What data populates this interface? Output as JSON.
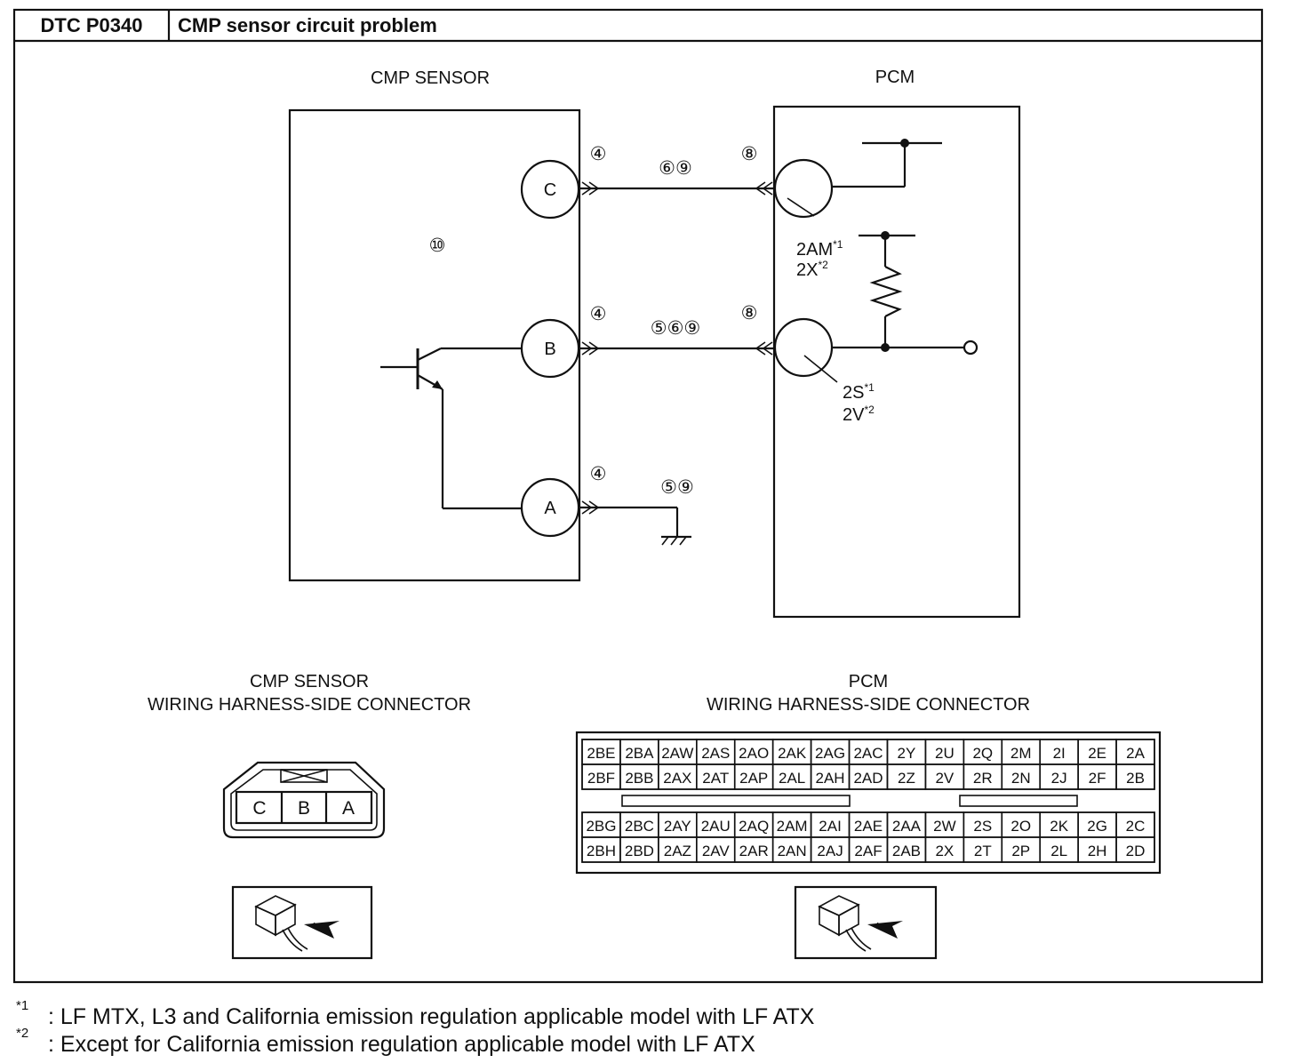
{
  "header": {
    "dtc_code": "DTC P0340",
    "title": "CMP sensor circuit problem"
  },
  "diagram": {
    "cmp_sensor_label": "CMP SENSOR",
    "pcm_label": "PCM",
    "sensor_internal_ref": "⑩",
    "sensor_pins": {
      "c": "C",
      "b": "B",
      "a": "A"
    },
    "connector_refs": {
      "sensor_c": "④",
      "wire_c": "⑥⑨",
      "pcm_c": "⑧",
      "sensor_b": "④",
      "wire_b": "⑤⑥⑨",
      "pcm_b": "⑧",
      "sensor_a": "④",
      "wire_a": "⑤⑨"
    },
    "pcm_pin_upper": {
      "line1": "2AM",
      "sup1": "*1",
      "line2": "2X",
      "sup2": "*2"
    },
    "pcm_pin_lower": {
      "line1": "2S",
      "sup1": "*1",
      "line2": "2V",
      "sup2": "*2"
    }
  },
  "connectors": {
    "cmp_title_line1": "CMP SENSOR",
    "cmp_title_line2": "WIRING HARNESS-SIDE CONNECTOR",
    "cmp_pins": [
      "C",
      "B",
      "A"
    ],
    "pcm_title_line1": "PCM",
    "pcm_title_line2": "WIRING HARNESS-SIDE CONNECTOR",
    "pcm_rows": [
      [
        "2BE",
        "2BA",
        "2AW",
        "2AS",
        "2AO",
        "2AK",
        "2AG",
        "2AC",
        "2Y",
        "2U",
        "2Q",
        "2M",
        "2I",
        "2E",
        "2A"
      ],
      [
        "2BF",
        "2BB",
        "2AX",
        "2AT",
        "2AP",
        "2AL",
        "2AH",
        "2AD",
        "2Z",
        "2V",
        "2R",
        "2N",
        "2J",
        "2F",
        "2B"
      ],
      [
        "2BG",
        "2BC",
        "2AY",
        "2AU",
        "2AQ",
        "2AM",
        "2AI",
        "2AE",
        "2AA",
        "2W",
        "2S",
        "2O",
        "2K",
        "2G",
        "2C"
      ],
      [
        "2BH",
        "2BD",
        "2AZ",
        "2AV",
        "2AR",
        "2AN",
        "2AJ",
        "2AF",
        "2AB",
        "2X",
        "2T",
        "2P",
        "2L",
        "2H",
        "2D"
      ]
    ]
  },
  "footnotes": [
    {
      "mark": "*1",
      "text": ": LF MTX, L3 and California emission regulation applicable model with LF ATX"
    },
    {
      "mark": "*2",
      "text": ": Except for California emission regulation applicable model with LF ATX"
    }
  ]
}
